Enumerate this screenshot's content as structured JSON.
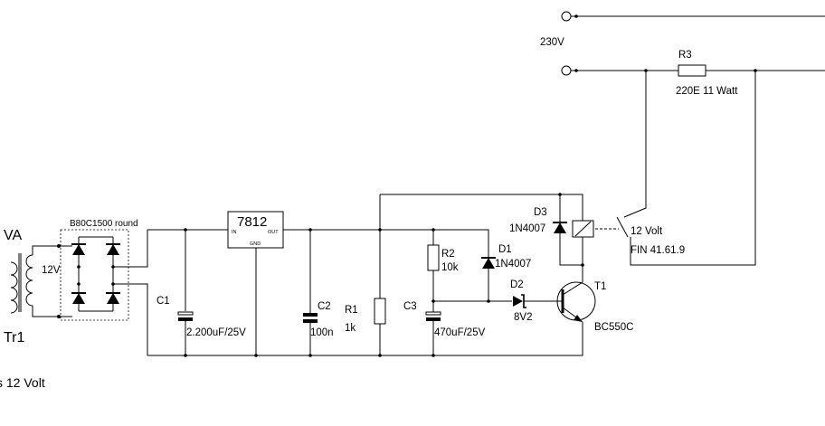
{
  "mains": {
    "voltage": "230V"
  },
  "resistors": [
    {
      "ref": "R3",
      "value": "220E 11 Watt"
    },
    {
      "ref": "R2",
      "value": "10k"
    },
    {
      "ref": "R1",
      "value": "1k"
    }
  ],
  "capacitors": [
    {
      "ref": "C1",
      "value": "2.200uF/25V"
    },
    {
      "ref": "C2",
      "value": "100n"
    },
    {
      "ref": "C3",
      "value": "470uF/25V"
    }
  ],
  "diodes": [
    {
      "ref": "D1",
      "value": "1N4007"
    },
    {
      "ref": "D2",
      "value": "8V2"
    },
    {
      "ref": "D3",
      "value": "1N4007"
    }
  ],
  "transistor": {
    "ref": "T1",
    "value": "BC550C"
  },
  "regulator": {
    "name": "7812",
    "pin_in": "IN",
    "pin_out": "OUT",
    "pin_gnd": "GND"
  },
  "bridge": {
    "name": "B80C1500 round"
  },
  "transformer": {
    "ref": "Tr1",
    "power_fragment": "VA",
    "secondary": "12V",
    "caption_fragment": "s 12 Volt"
  },
  "relay": {
    "voltage": "12 Volt",
    "type": "FIN 41.61.9"
  }
}
